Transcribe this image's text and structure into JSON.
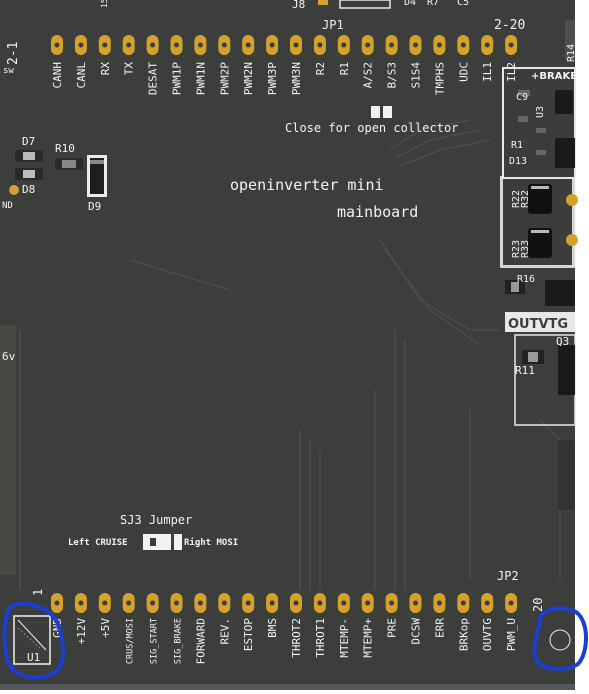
{
  "board": {
    "title_line1": "openinverter mini",
    "title_line2": "mainboard",
    "open_collector_note": "Close for open collector",
    "sj3_title": "SJ3 Jumper",
    "sj3_left": "Left CRUISE",
    "sj3_right": "Right MOSI"
  },
  "top_header": {
    "jumper_label": "JP1",
    "range_label": "2-20",
    "side_label": "2-1",
    "pins": [
      "CANH",
      "CANL",
      "RX",
      "TX",
      "DESAT",
      "PWM1P",
      "PWM1N",
      "PWM2P",
      "PWM2N",
      "PWM3P",
      "PWM3N",
      "R2",
      "R1",
      "A/S2",
      "B/S3",
      "S1S4",
      "TMPHS",
      "UDC",
      "IL1",
      "IL2"
    ]
  },
  "bottom_header": {
    "jumper_label": "JP2",
    "pin1_label": "1",
    "pin20_label": "20",
    "u_label": "U1",
    "pins": [
      "GND",
      "+12V",
      "+5V",
      "CRUS/MOSI",
      "SIG_START",
      "SIG_BRAKE",
      "FORWARD",
      "REV.",
      "ESTOP",
      "BMS",
      "THROT2",
      "THROT1",
      "MTEMP-",
      "MTEMP+",
      "PRE",
      "DCSW",
      "ERR",
      "BRKop",
      "OUVTG",
      "PWM_U"
    ]
  },
  "components": {
    "d7": "D7",
    "d8": "D8",
    "d9": "D9",
    "r10": "R10",
    "r22": "R22",
    "r32": "R32",
    "r23": "R23",
    "r33": "R33",
    "r16": "R16",
    "r11": "R11",
    "r1": "R1",
    "d13": "D13",
    "c9": "C9",
    "u3": "U3",
    "q3": "Q3",
    "r14": "R14",
    "j8": "J8",
    "d4": "D4",
    "r7": "R7",
    "c5": "C5",
    "brake": "+BRAKE",
    "outvtg": "OUTVTG",
    "gnd_left": "ND",
    "sw_left": "sw",
    "v6_left": "6v",
    "num15": "15"
  },
  "colors": {
    "board": "#3a3d3a",
    "pad": "#d4a12a",
    "silkscreen": "#f2f2f2",
    "annotation": "#1a3fd1"
  }
}
